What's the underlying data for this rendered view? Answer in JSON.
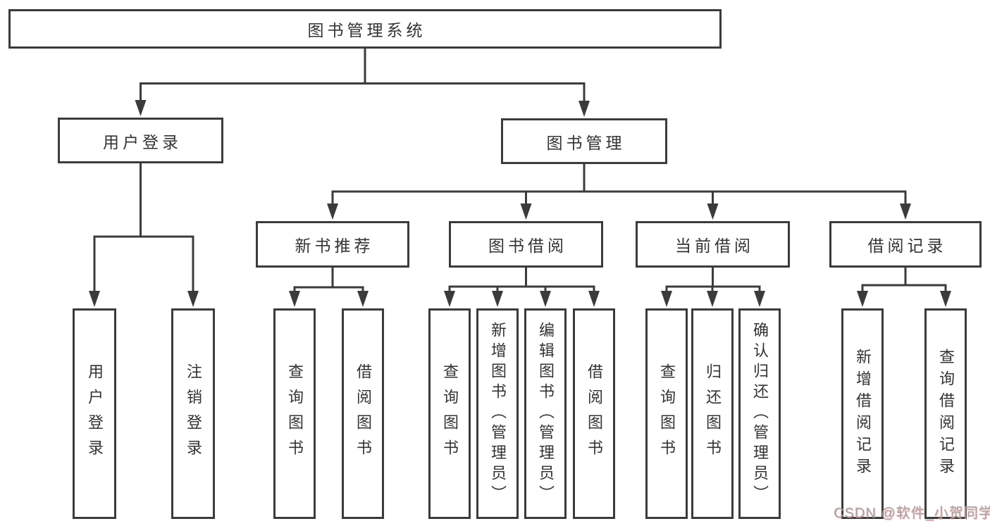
{
  "diagram": {
    "colors": {
      "line": "#3b3b3b",
      "text": "#333333",
      "background": "#ffffff",
      "watermark": "#a6a6a6"
    },
    "root": {
      "label": "图书管理系统"
    },
    "level2": [
      {
        "label": "用户登录"
      },
      {
        "label": "图书管理"
      }
    ],
    "level3": [
      {
        "label": "新书推荐"
      },
      {
        "label": "图书借阅"
      },
      {
        "label": "当前借阅"
      },
      {
        "label": "借阅记录"
      }
    ],
    "leaves": {
      "user_login": [
        {
          "label": "用户登录"
        },
        {
          "label": "注销登录"
        }
      ],
      "new_books": [
        {
          "label": "查询图书"
        },
        {
          "label": "借阅图书"
        }
      ],
      "book_borrow": [
        {
          "label": "查询图书"
        },
        {
          "label": "新增图书（管理员）"
        },
        {
          "label": "编辑图书（管理员）"
        },
        {
          "label": "借阅图书"
        }
      ],
      "current_borrow": [
        {
          "label": "查询图书"
        },
        {
          "label": "归还图书"
        },
        {
          "label": "确认归还（管理员）"
        }
      ],
      "borrow_records": [
        {
          "label": "新增借阅记录"
        },
        {
          "label": "查询借阅记录"
        }
      ]
    },
    "watermark": "CSDN @软件_小贺同学"
  }
}
